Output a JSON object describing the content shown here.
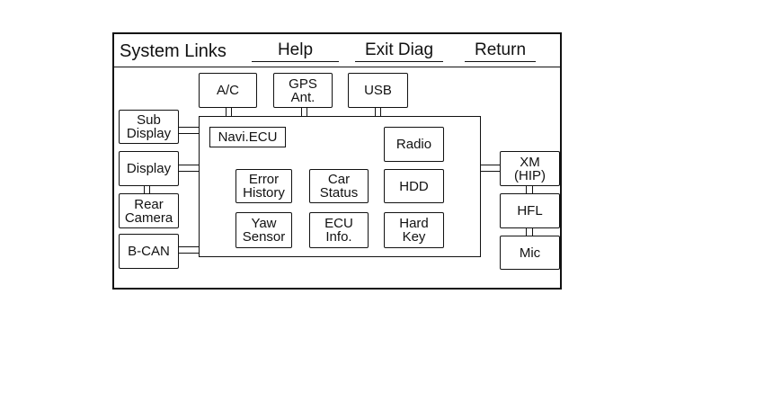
{
  "header": {
    "title": "System Links",
    "help": "Help",
    "exit_diag": "Exit Diag",
    "return": "Return"
  },
  "ecu": {
    "label": "Navi.ECU"
  },
  "top_modules": {
    "ac": "A/C",
    "gps": "GPS\nAnt.",
    "usb": "USB"
  },
  "left_modules": {
    "sub_display": "Sub\nDisplay",
    "display": "Display",
    "rear_camera": "Rear\nCamera",
    "bcan": "B-CAN"
  },
  "right_modules": {
    "xm": "XM\n(HIP)",
    "hfl": "HFL",
    "mic": "Mic"
  },
  "inner_modules": {
    "radio": "Radio",
    "hdd": "HDD",
    "hard_key": "Hard\nKey",
    "error_history": "Error\nHistory",
    "car_status": "Car\nStatus",
    "yaw_sensor": "Yaw\nSensor",
    "ecu_info": "ECU\nInfo."
  }
}
